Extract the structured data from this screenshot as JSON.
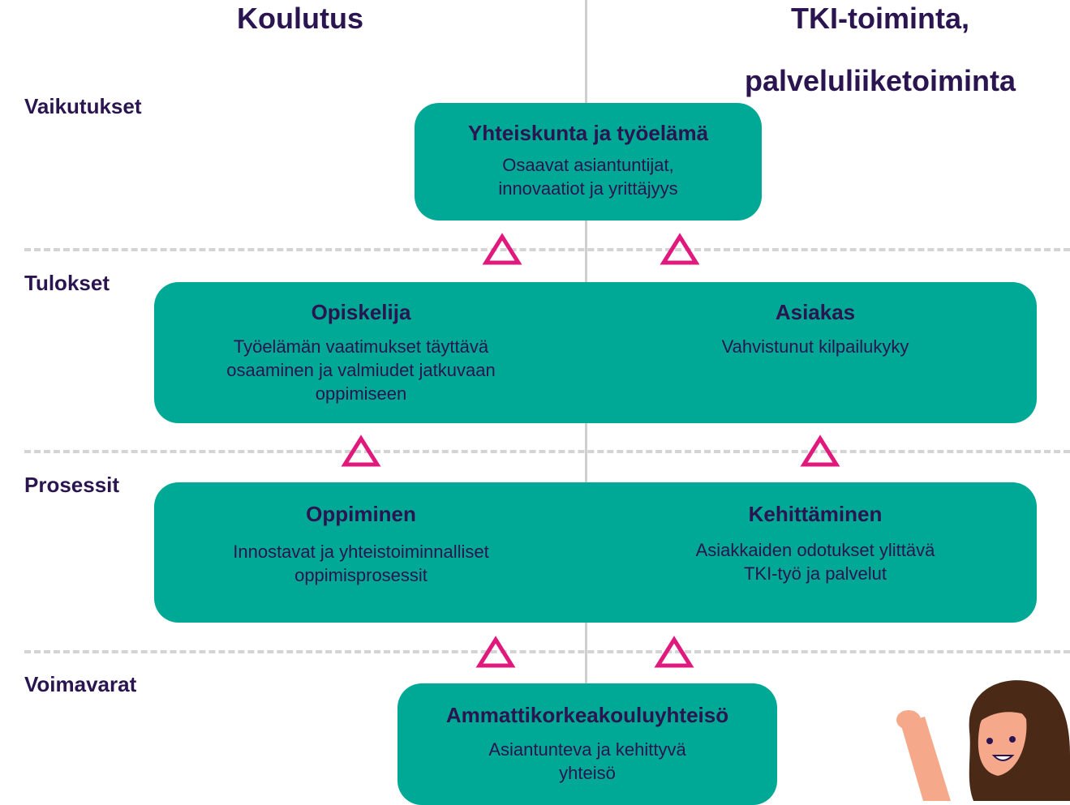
{
  "columns": {
    "left": "Koulutus",
    "right_line1": "TKI-toiminta,",
    "right_line2": "palveluliiketoiminta"
  },
  "rows": {
    "impacts": "Vaikutukset",
    "results": "Tulokset",
    "processes": "Prosessit",
    "resources": "Voimavarat"
  },
  "boxes": {
    "society": {
      "title": "Yhteiskunta ja työelämä",
      "line1": "Osaavat asiantuntijat,",
      "line2": "innovaatiot ja yrittäjyys"
    },
    "student": {
      "title": "Opiskelija",
      "line1": "Työelämän vaatimukset täyttävä",
      "line2": "osaaminen ja valmiudet jatkuvaan",
      "line3": "oppimiseen"
    },
    "customer": {
      "title": "Asiakas",
      "line1": "Vahvistunut kilpailukyky"
    },
    "learning": {
      "title": "Oppiminen",
      "line1": "Innostavat ja yhteistoiminnalliset",
      "line2": "oppimisprosessit"
    },
    "development": {
      "title": "Kehittäminen",
      "line1": "Asiakkaiden odotukset ylittävä",
      "line2": "TKI-työ ja palvelut"
    },
    "community": {
      "title": "Ammattikorkeakouluyhteisö",
      "line1": "Asiantunteva ja kehittyvä",
      "line2": "yhteisö"
    }
  },
  "colors": {
    "box": "#00a896",
    "text": "#2a1550",
    "arrow": "#e0197d",
    "divider": "#d4d4d4"
  },
  "icons": [
    "triangle-arrow-icon",
    "person-waving-illustration"
  ]
}
